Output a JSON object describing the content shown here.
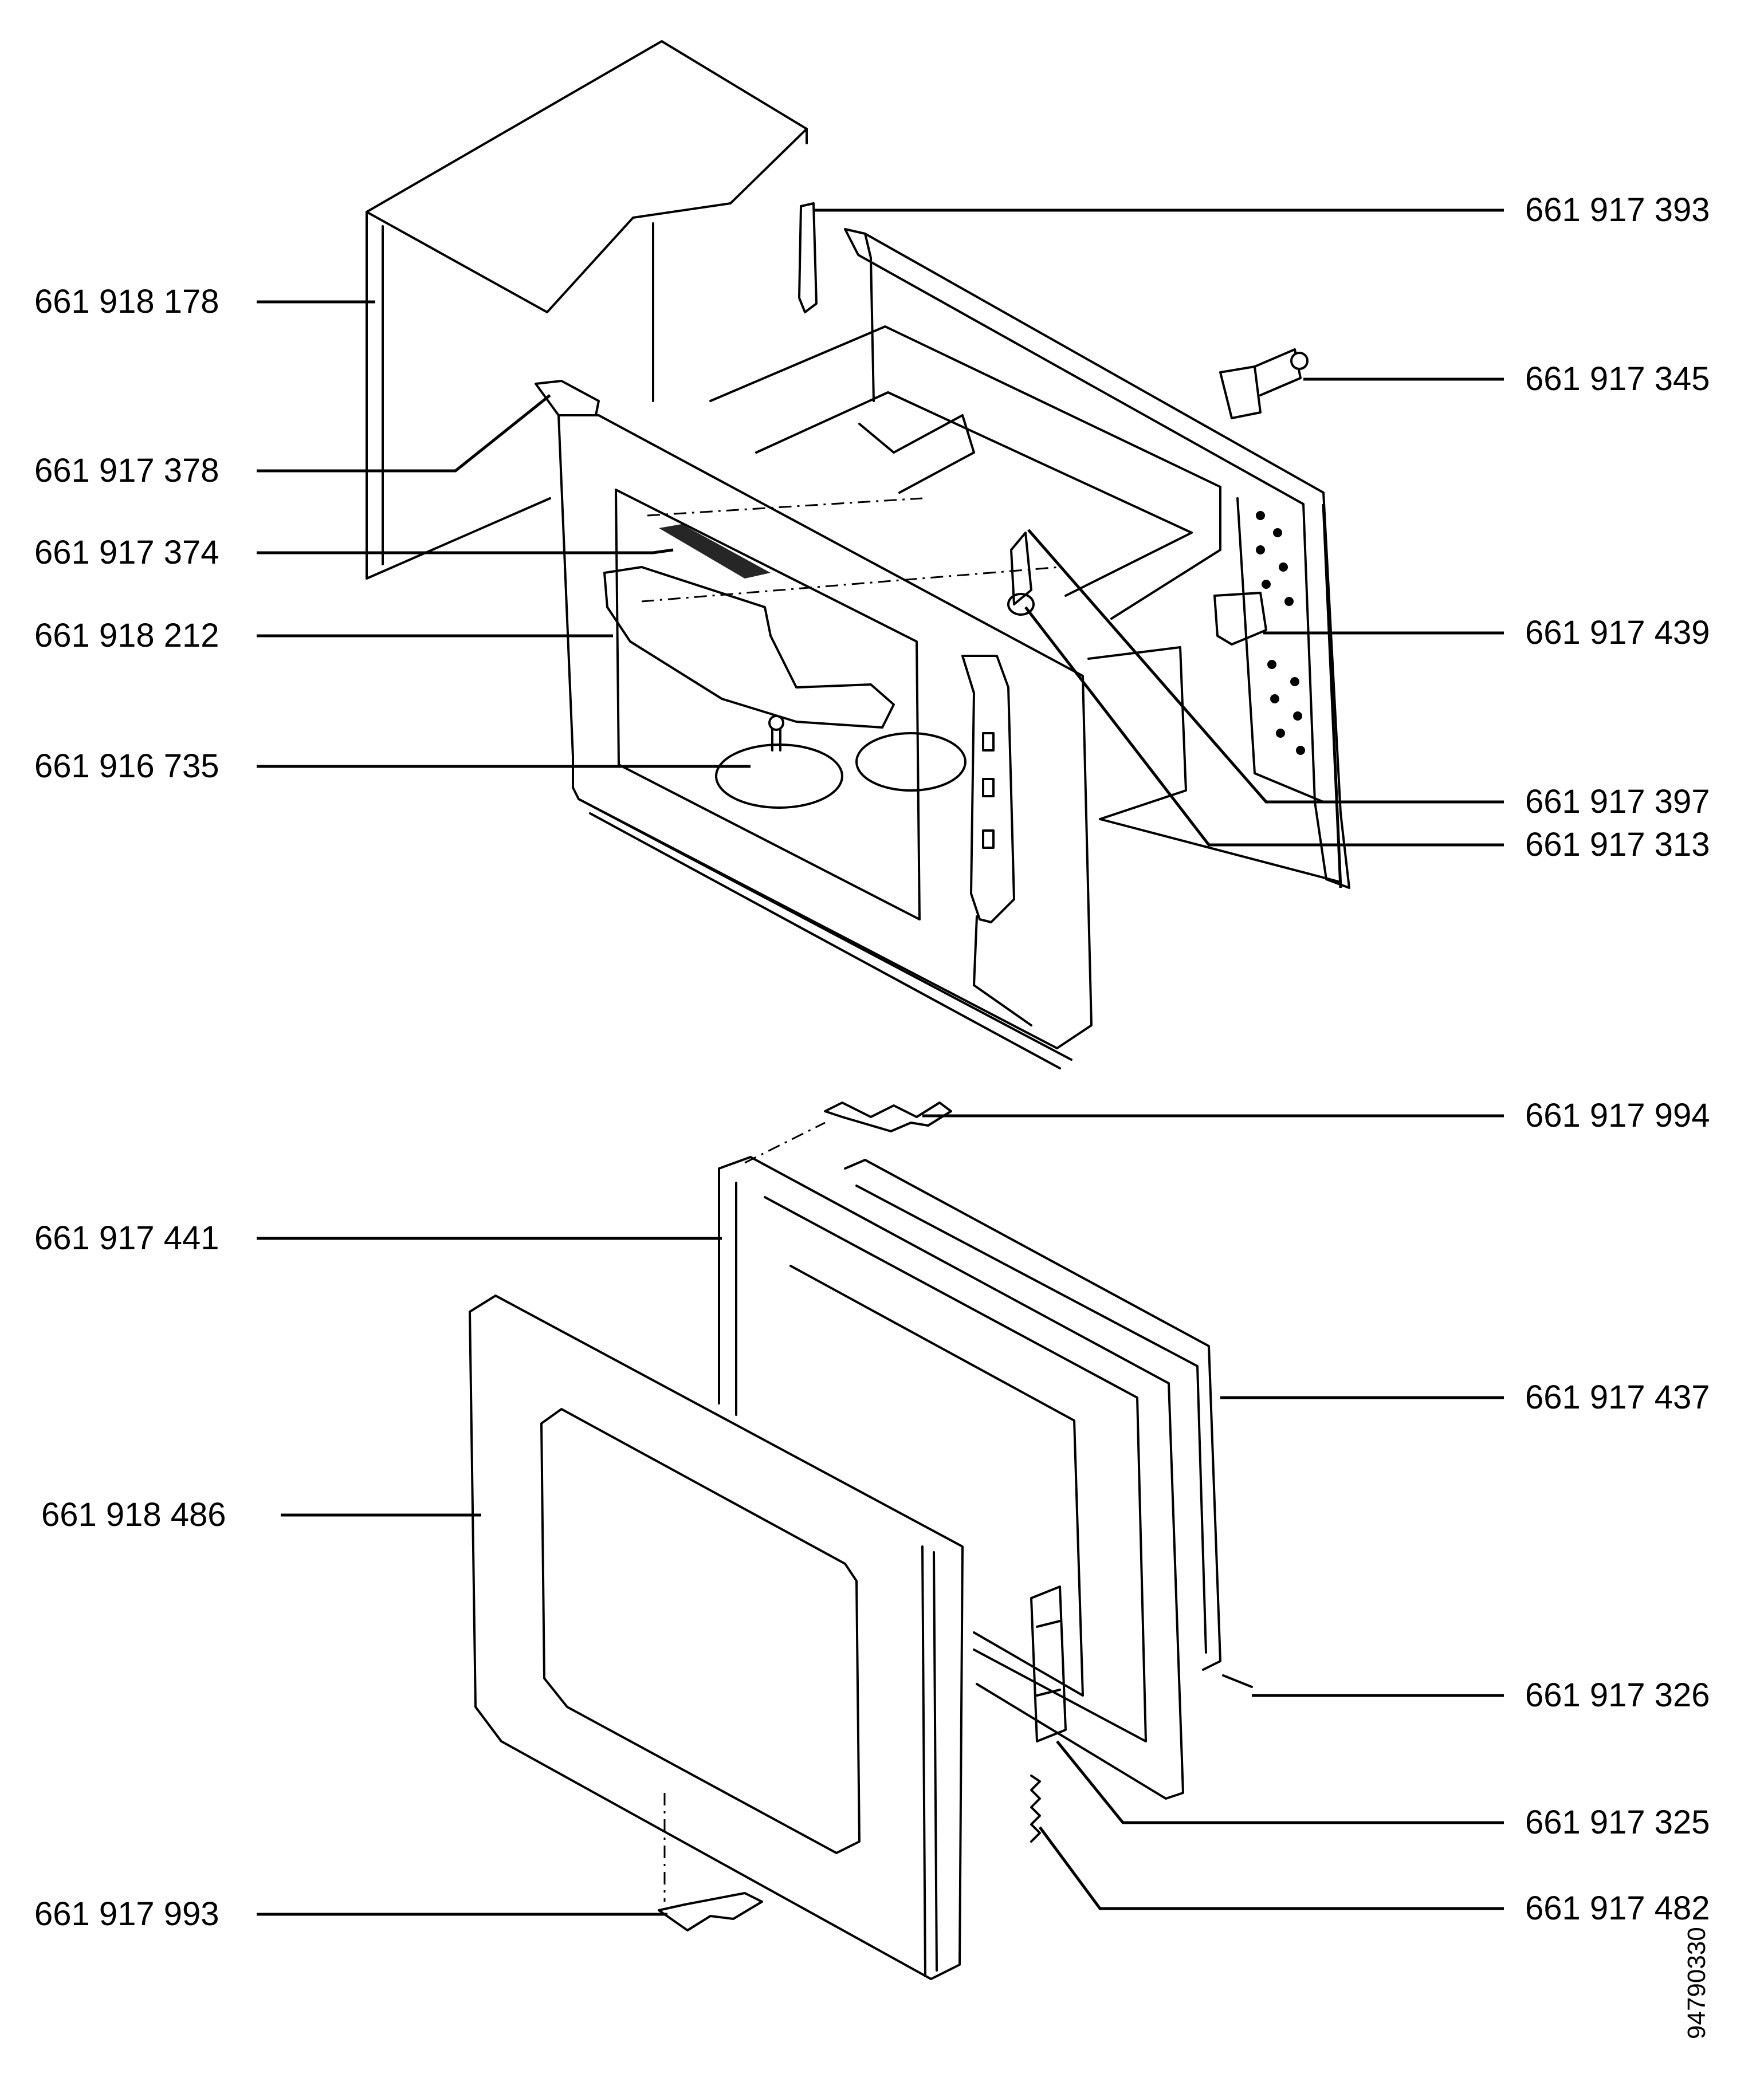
{
  "labels_left": [
    {
      "id": "cover",
      "text": "661 918 178"
    },
    {
      "id": "bracket-top",
      "text": "661 917 378"
    },
    {
      "id": "mesh-filter",
      "text": "661 917 374"
    },
    {
      "id": "heating-element",
      "text": "661 918 212"
    },
    {
      "id": "turntable-coupler",
      "text": "661 916 735"
    },
    {
      "id": "door-frame",
      "text": "661 917 441"
    },
    {
      "id": "door-outer-panel",
      "text": "661 918 486"
    },
    {
      "id": "hinge-bottom",
      "text": "661 917 993"
    }
  ],
  "labels_right": [
    {
      "id": "side-bracket",
      "text": "661 917 393"
    },
    {
      "id": "fan-motor",
      "text": "661 917 345"
    },
    {
      "id": "terminal-block",
      "text": "661 917 439"
    },
    {
      "id": "lamp-holder",
      "text": "661 917 397"
    },
    {
      "id": "lamp",
      "text": "661 917 313"
    },
    {
      "id": "hinge-top",
      "text": "661 917 994"
    },
    {
      "id": "door-seal",
      "text": "661 917 437"
    },
    {
      "id": "pin",
      "text": "661 917 326"
    },
    {
      "id": "door-latch",
      "text": "661 917 325"
    },
    {
      "id": "spring",
      "text": "661 917 482"
    }
  ],
  "drawing_code": "94790330"
}
